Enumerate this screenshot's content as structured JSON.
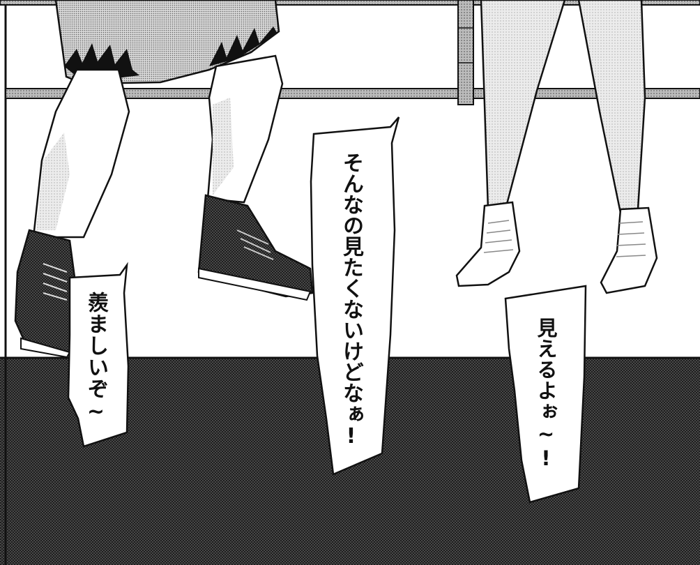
{
  "panel": {
    "bubbles": [
      {
        "id": "bubble-left",
        "text": "羨ましいぞ~"
      },
      {
        "id": "bubble-center",
        "text": "そんなの見たくないけどなぁ!"
      },
      {
        "id": "bubble-right",
        "text": "見えるよぉ~!"
      }
    ],
    "colors": {
      "ink": "#111111",
      "screentone_dark": "#3a3a3a",
      "paper": "#ffffff"
    },
    "icons": [
      "left-character-legs-icon",
      "right-character-legs-icon",
      "ring-rope-icon"
    ]
  }
}
